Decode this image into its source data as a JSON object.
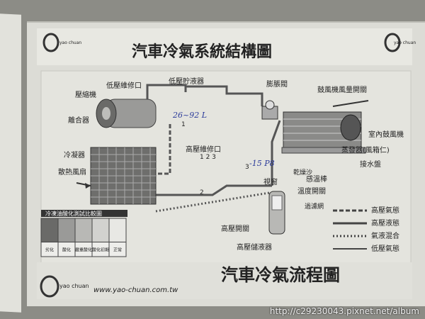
{
  "title_top": "汽車冷氣系統結構圖",
  "title_bottom": "汽車冷氣流程圖",
  "website": "www.yao-chuan.com.tw",
  "logo_text": "yao chuan",
  "watermark": "http://c29230043.pixnet.net/album",
  "labels": {
    "low_port": "低壓維修口",
    "low_receiver": "低壓貯液器",
    "expansion_valve": "膨脹閥",
    "blower_switch": "鼓風機風量開關",
    "compressor": "壓縮機",
    "clutch": "離合器",
    "condenser": "冷凝器",
    "fan": "散熱風扇",
    "high_port": "高壓維修口",
    "high_port_nums": "1 2 3",
    "indoor_blower": "室內鼓風機",
    "evaporator": "蒸發器(風箱仁)",
    "drain_pan": "接水盤",
    "temp_rod": "感溫棒",
    "temp_switch": "溫度開關",
    "sight_glass": "視窗",
    "desiccant": "乾燥沙",
    "filter_net": "過濾網",
    "high_switch": "高壓開關",
    "high_receiver": "高壓儲液器",
    "num1": "1",
    "num2": "2",
    "num3": "3"
  },
  "handwriting": {
    "pressure_high": "26~92 L",
    "pressure_low": "-15 P8"
  },
  "legend": [
    {
      "label": "高壓氣態"
    },
    {
      "label": "高壓液態"
    },
    {
      "label": "氣液混合"
    },
    {
      "label": "低壓氣態"
    }
  ],
  "oil_table": {
    "title": "冷凍油酸化測試比較圖",
    "cells": [
      {
        "label": "劣化",
        "color": "#6a6a68"
      },
      {
        "label": "酸化",
        "color": "#9a9a98"
      },
      {
        "label": "嚴重酸化",
        "color": "#b8b8b5"
      },
      {
        "label": "酸化初期",
        "color": "#d2d2cf"
      },
      {
        "label": "正常",
        "color": "#e8e8e4"
      }
    ]
  }
}
